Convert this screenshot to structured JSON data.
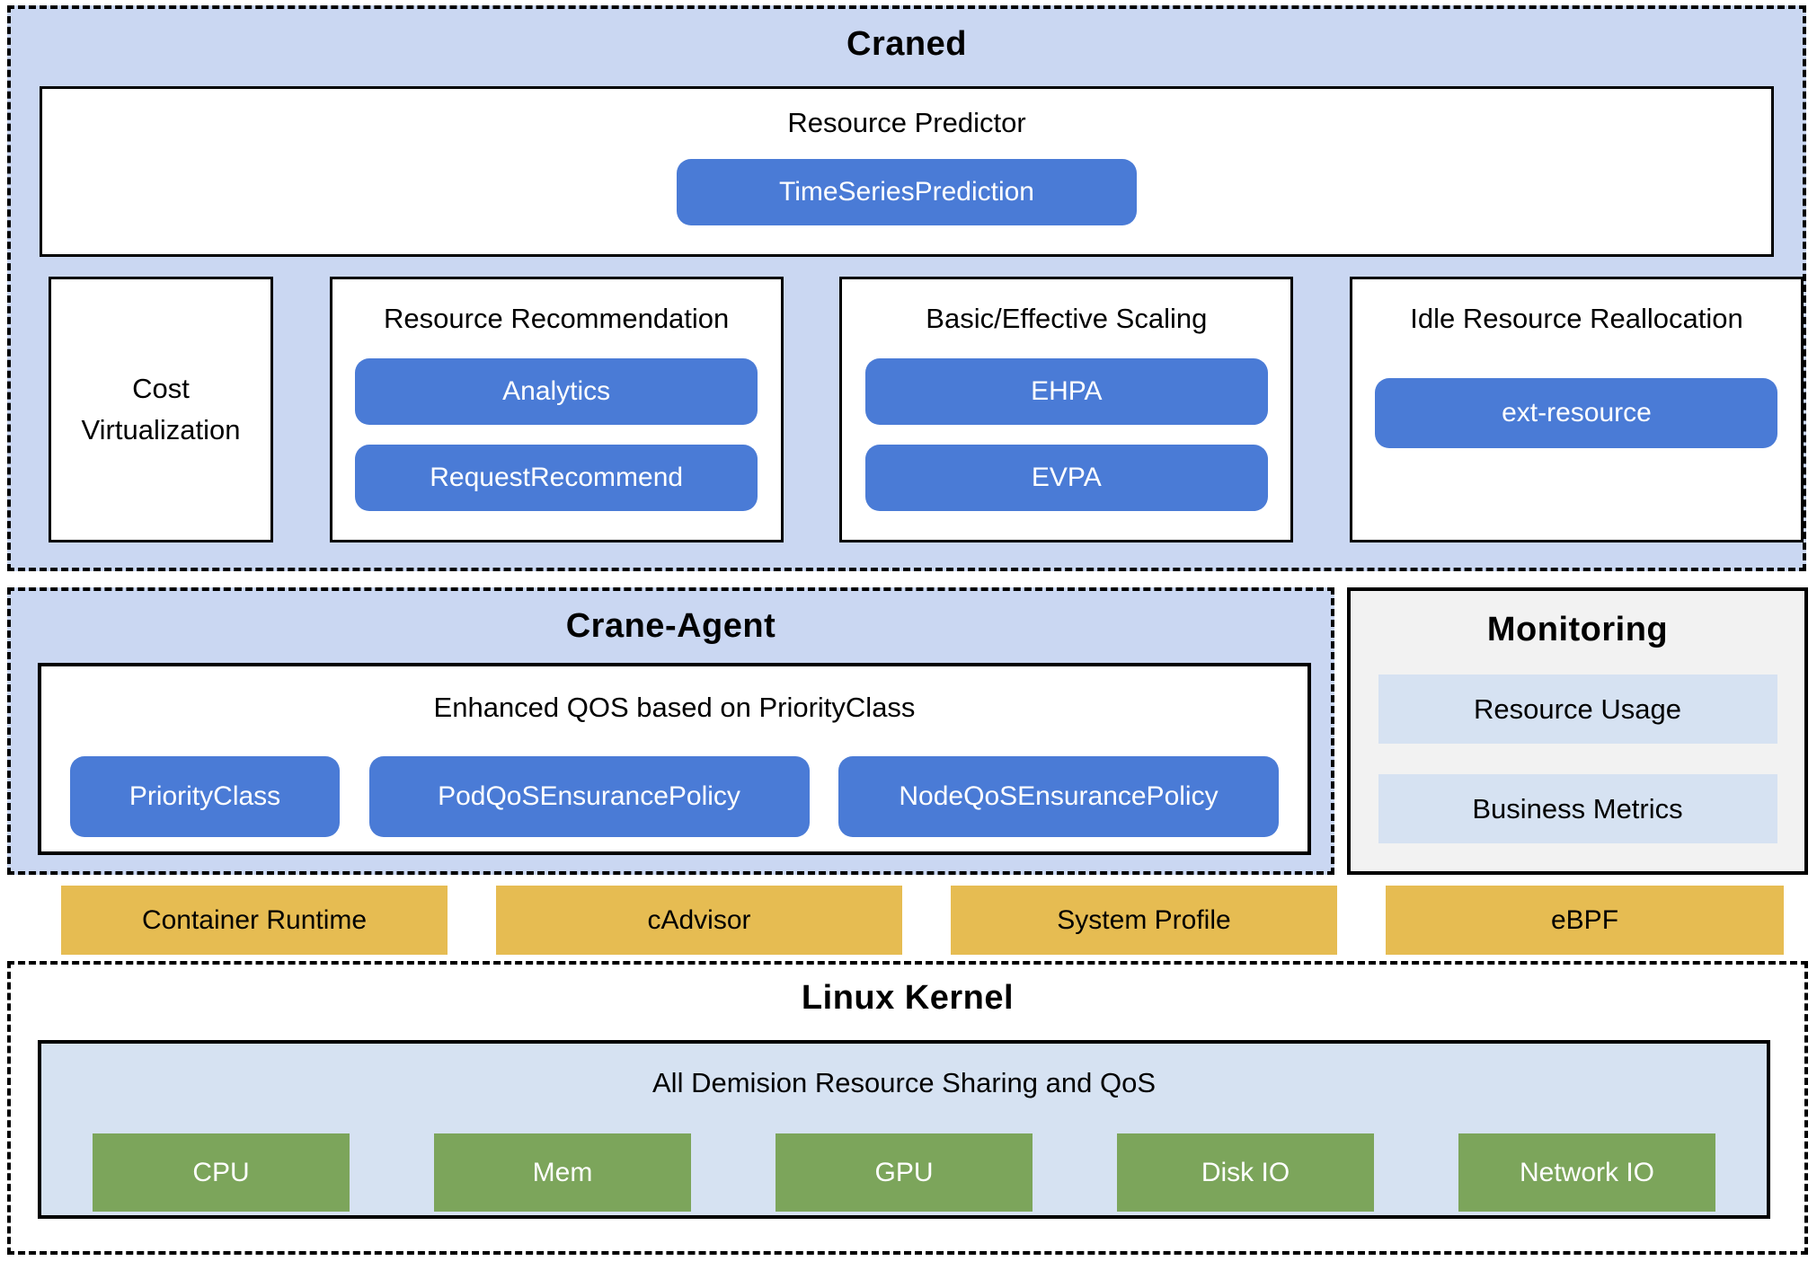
{
  "colors": {
    "section_bg_blue": "#cad7f2",
    "button_blue": "#4a7bd6",
    "node_yellow": "#e6bc52",
    "kernel_green": "#7ca55b",
    "monitoring_bg": "#f2f2f2",
    "light_blue_row": "#d6e2f2",
    "border": "#000000"
  },
  "craned": {
    "title": "Craned",
    "resource_predictor": {
      "title": "Resource Predictor",
      "button": "TimeSeriesPrediction"
    },
    "cost_virtualization": "Cost Virtualization",
    "panels": [
      {
        "title": "Resource Recommendation",
        "buttons": [
          "Analytics",
          "RequestRecommend"
        ]
      },
      {
        "title": "Basic/Effective Scaling",
        "buttons": [
          "EHPA",
          "EVPA"
        ]
      },
      {
        "title": "Idle Resource Reallocation",
        "buttons": [
          "ext-resource"
        ]
      }
    ]
  },
  "crane_agent": {
    "title": "Crane-Agent",
    "qos": {
      "title": "Enhanced QOS based on PriorityClass",
      "buttons": [
        "PriorityClass",
        "PodQoSEnsurancePolicy",
        "NodeQoSEnsurancePolicy"
      ]
    }
  },
  "monitoring": {
    "title": "Monitoring",
    "rows": [
      "Resource Usage",
      "Business Metrics"
    ]
  },
  "node_components": [
    "Container Runtime",
    "cAdvisor",
    "System Profile",
    "eBPF"
  ],
  "linux_kernel": {
    "title": "Linux Kernel",
    "inner": {
      "title": "All Demision Resource Sharing and QoS",
      "items": [
        "CPU",
        "Mem",
        "GPU",
        "Disk IO",
        "Network IO"
      ]
    }
  }
}
